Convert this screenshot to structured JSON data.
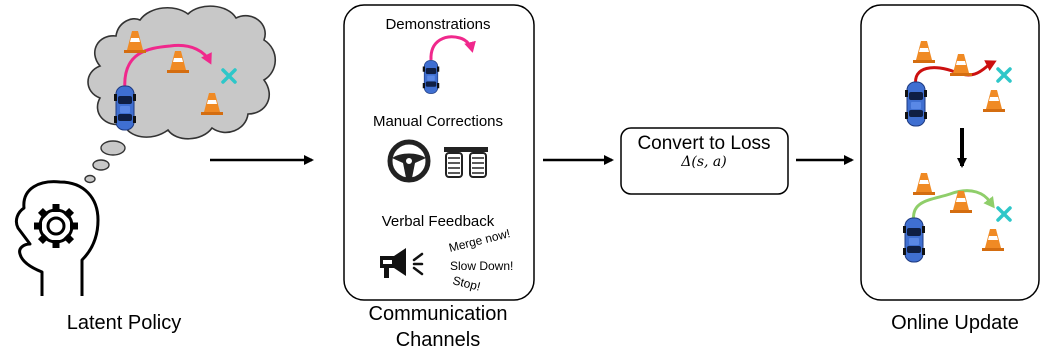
{
  "latent": {
    "label": "Latent Policy"
  },
  "channels": {
    "label_line1": "Communication",
    "label_line2": "Channels",
    "demonstrations": "Demonstrations",
    "manual_corrections": "Manual Corrections",
    "verbal_feedback": "Verbal Feedback",
    "speech": {
      "merge": "Merge now!",
      "slow": "Slow Down!",
      "stop": "Stop!"
    }
  },
  "loss": {
    "title": "Convert to Loss",
    "formula": "Δ(s, a)"
  },
  "online": {
    "label": "Online Update"
  },
  "goal_mark": "x",
  "icons": [
    "cloud-icon",
    "head-gear-icon",
    "car-icon",
    "cone-icon",
    "steering-wheel-icon",
    "pedals-icon",
    "megaphone-icon",
    "arrow-icon"
  ],
  "colors": {
    "cloud_fill": "#c8c8c8",
    "car_blue": "#3f6fd1",
    "cone_orange": "#f08a24",
    "goal_cyan": "#2ec7c9",
    "path_magenta": "#f0288c",
    "path_red": "#cc1010",
    "path_green": "#8fce6a"
  }
}
